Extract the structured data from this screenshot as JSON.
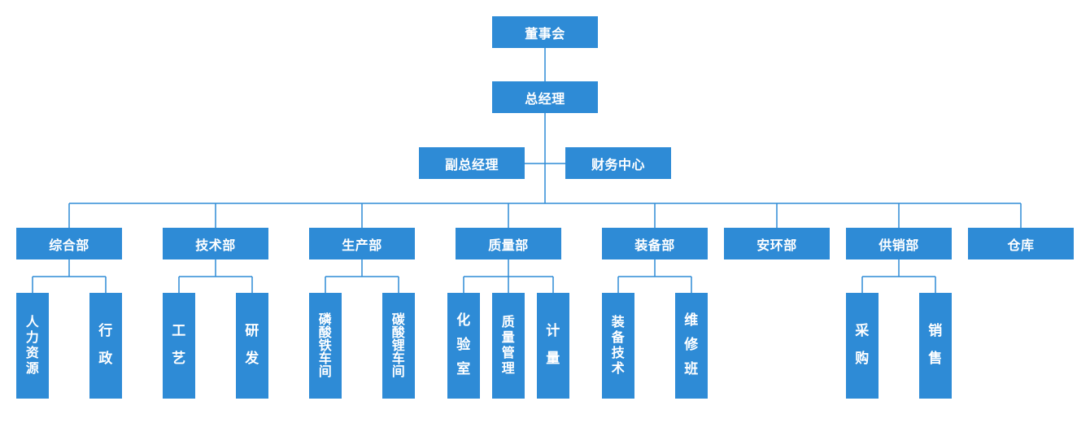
{
  "chart": {
    "board": "董事会",
    "gm": "总经理",
    "vgm": "副总经理",
    "finance": "财务中心",
    "departments": [
      {
        "name": "综合部",
        "subs": [
          "人力资源",
          "行政"
        ]
      },
      {
        "name": "技术部",
        "subs": [
          "工艺",
          "研发"
        ]
      },
      {
        "name": "生产部",
        "subs": [
          "磷酸铁车间",
          "碳酸锂车间"
        ]
      },
      {
        "name": "质量部",
        "subs": [
          "化验室",
          "质量管理",
          "计量"
        ]
      },
      {
        "name": "装备部",
        "subs": [
          "装备技术",
          "维修班"
        ]
      },
      {
        "name": "安环部",
        "subs": []
      },
      {
        "name": "供销部",
        "subs": [
          "采购",
          "销售"
        ]
      },
      {
        "name": "仓库",
        "subs": []
      }
    ]
  },
  "colors": {
    "box": "#2e8bd6",
    "line": "#2e8bd6",
    "text": "#ffffff"
  }
}
